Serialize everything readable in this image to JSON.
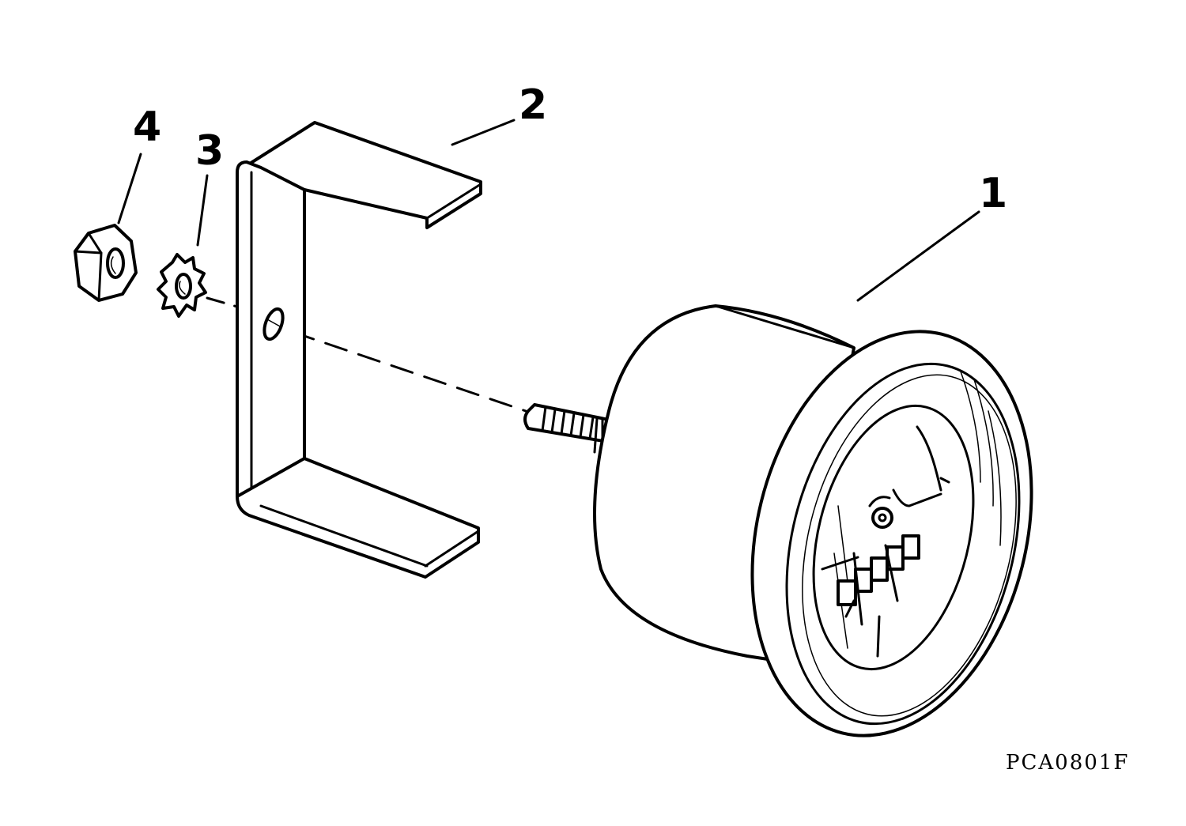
{
  "callouts": [
    {
      "id": "1",
      "label": "1"
    },
    {
      "id": "2",
      "label": "2"
    },
    {
      "id": "3",
      "label": "3"
    },
    {
      "id": "4",
      "label": "4"
    }
  ],
  "drawing_code": "PCA0801F",
  "colors": {
    "ink": "#000000",
    "paper": "#ffffff"
  }
}
